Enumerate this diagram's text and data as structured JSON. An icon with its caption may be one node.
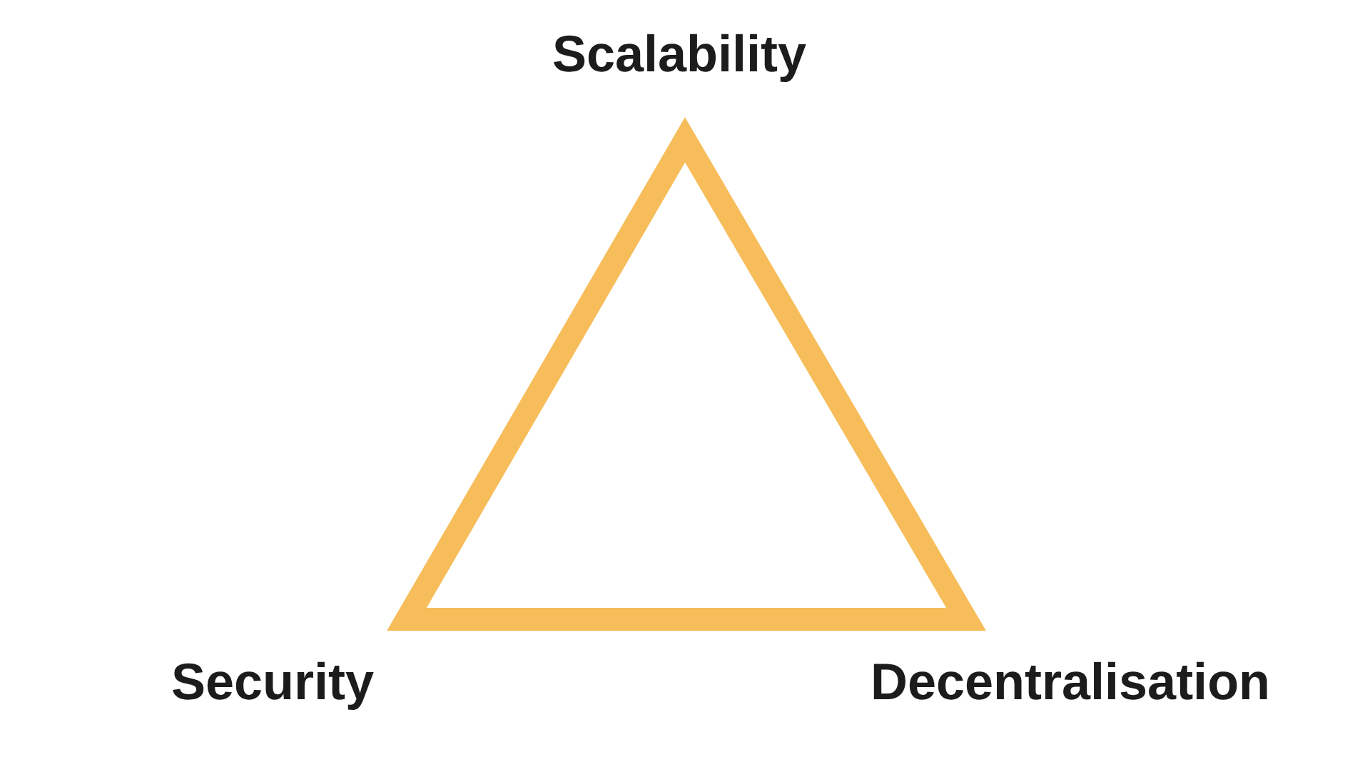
{
  "diagram": {
    "labels": [
      "Scalability",
      "Security",
      "Decentralisation"
    ]
  }
}
